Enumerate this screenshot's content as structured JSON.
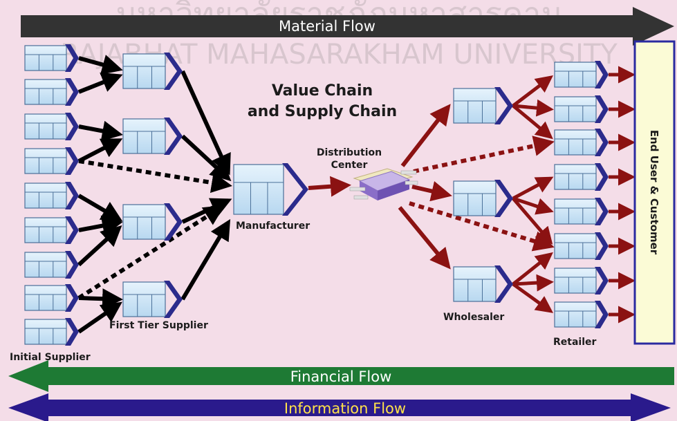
{
  "watermark": {
    "line1": "มหาวิทยาลัยราชภัฏมหาสารคาม",
    "line2": "RAJABHAT MAHASARAKHAM UNIVERSITY"
  },
  "flows": {
    "material": "Material Flow",
    "financial": "Financial Flow",
    "information": "Information Flow"
  },
  "title": {
    "line1": "Value Chain",
    "line2": "and Supply Chain"
  },
  "labels": {
    "initial_supplier": "Initial Supplier",
    "first_tier_supplier": "First Tier Supplier",
    "manufacturer": "Manufacturer",
    "distribution_center_1": "Distribution",
    "distribution_center_2": "Center",
    "wholesaler": "Wholesaler",
    "retailer": "Retailer",
    "end_user": "End User & Customer"
  },
  "colors": {
    "background": "#f4dde8",
    "material_flow": "#333333",
    "financial_flow": "#1e7a34",
    "information_flow": "#2a1a8c",
    "upstream_arrow": "#000000",
    "downstream_arrow": "#8b1212",
    "box_fill": "#cfe6f7",
    "chevron": "#2b2b8c",
    "end_user_fill": "#fbfbd6",
    "end_user_border": "#2a2aa0"
  }
}
